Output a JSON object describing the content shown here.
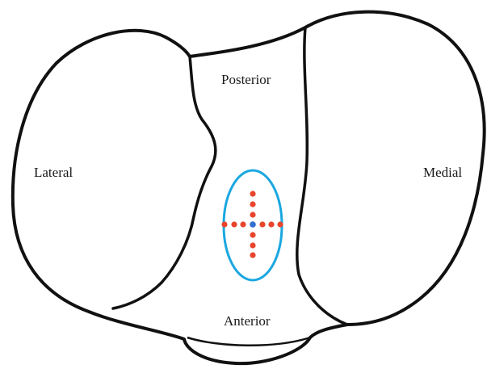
{
  "labels": {
    "posterior": "Posterior",
    "anterior": "Anterior",
    "lateral": "Lateral",
    "medial": "Medial"
  },
  "colors": {
    "outline": "#111111",
    "ellipse": "#1aa7e0",
    "dots": "#e8452c",
    "center_dot": "#2f6fd1",
    "background": "#ffffff"
  },
  "icons": {
    "marker": "grid-cross-marker",
    "ellipse": "insertion-area-ellipse"
  }
}
